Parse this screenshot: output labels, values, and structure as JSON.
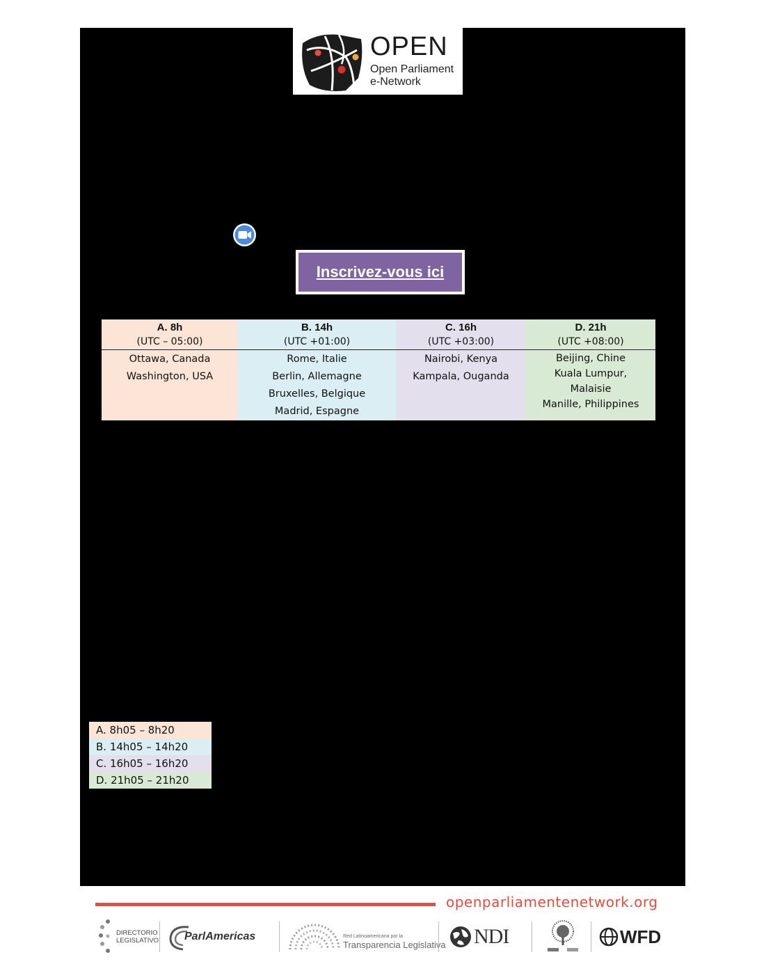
{
  "logo": {
    "word": "OPEN",
    "line1": "Open Parliament",
    "line2": "e-Network"
  },
  "register_button": "Inscrivez-vous ici",
  "timezones": [
    {
      "title": "A. 8h",
      "utc": "(UTC – 05:00)",
      "cities": [
        "Ottawa, Canada",
        "Washington, USA"
      ]
    },
    {
      "title": "B. 14h",
      "utc": "(UTC +01:00)",
      "cities": [
        "Rome, Italie",
        "Berlin, Allemagne",
        "Bruxelles, Belgique",
        "Madrid, Espagne"
      ]
    },
    {
      "title": "C. 16h",
      "utc": "(UTC +03:00)",
      "cities": [
        "Nairobi, Kenya",
        "Kampala, Ouganda"
      ]
    },
    {
      "title": "D. 21h",
      "utc": "(UTC +08:00)",
      "cities": [
        "Beijing, Chine",
        "Kuala Lumpur,",
        "Malaisie",
        "Manille, Philippines"
      ]
    }
  ],
  "slots": [
    "A. 8h05 – 8h20",
    "B. 14h05 – 14h20",
    "C. 16h05 – 16h20",
    "D. 21h05 – 21h20"
  ],
  "footer": {
    "url": "openparliamentenetwork.org",
    "partners": {
      "directorio_line1": "DIRECTORIO",
      "directorio_line2": "LEGISLATIVO",
      "parlamericas": "ParlAmericas",
      "red_line1": "Red Latinoamericana por la",
      "red_line2": "Transparencia Legislativa",
      "ndi": "NDI",
      "wfd": "WFD"
    }
  },
  "colors": {
    "accent_red": "#e84c3d",
    "button_purple": "#8064a2",
    "tz_a": "#fce4d6",
    "tz_b": "#daeef3",
    "tz_c": "#e4dfec",
    "tz_d": "#d8ead3"
  }
}
